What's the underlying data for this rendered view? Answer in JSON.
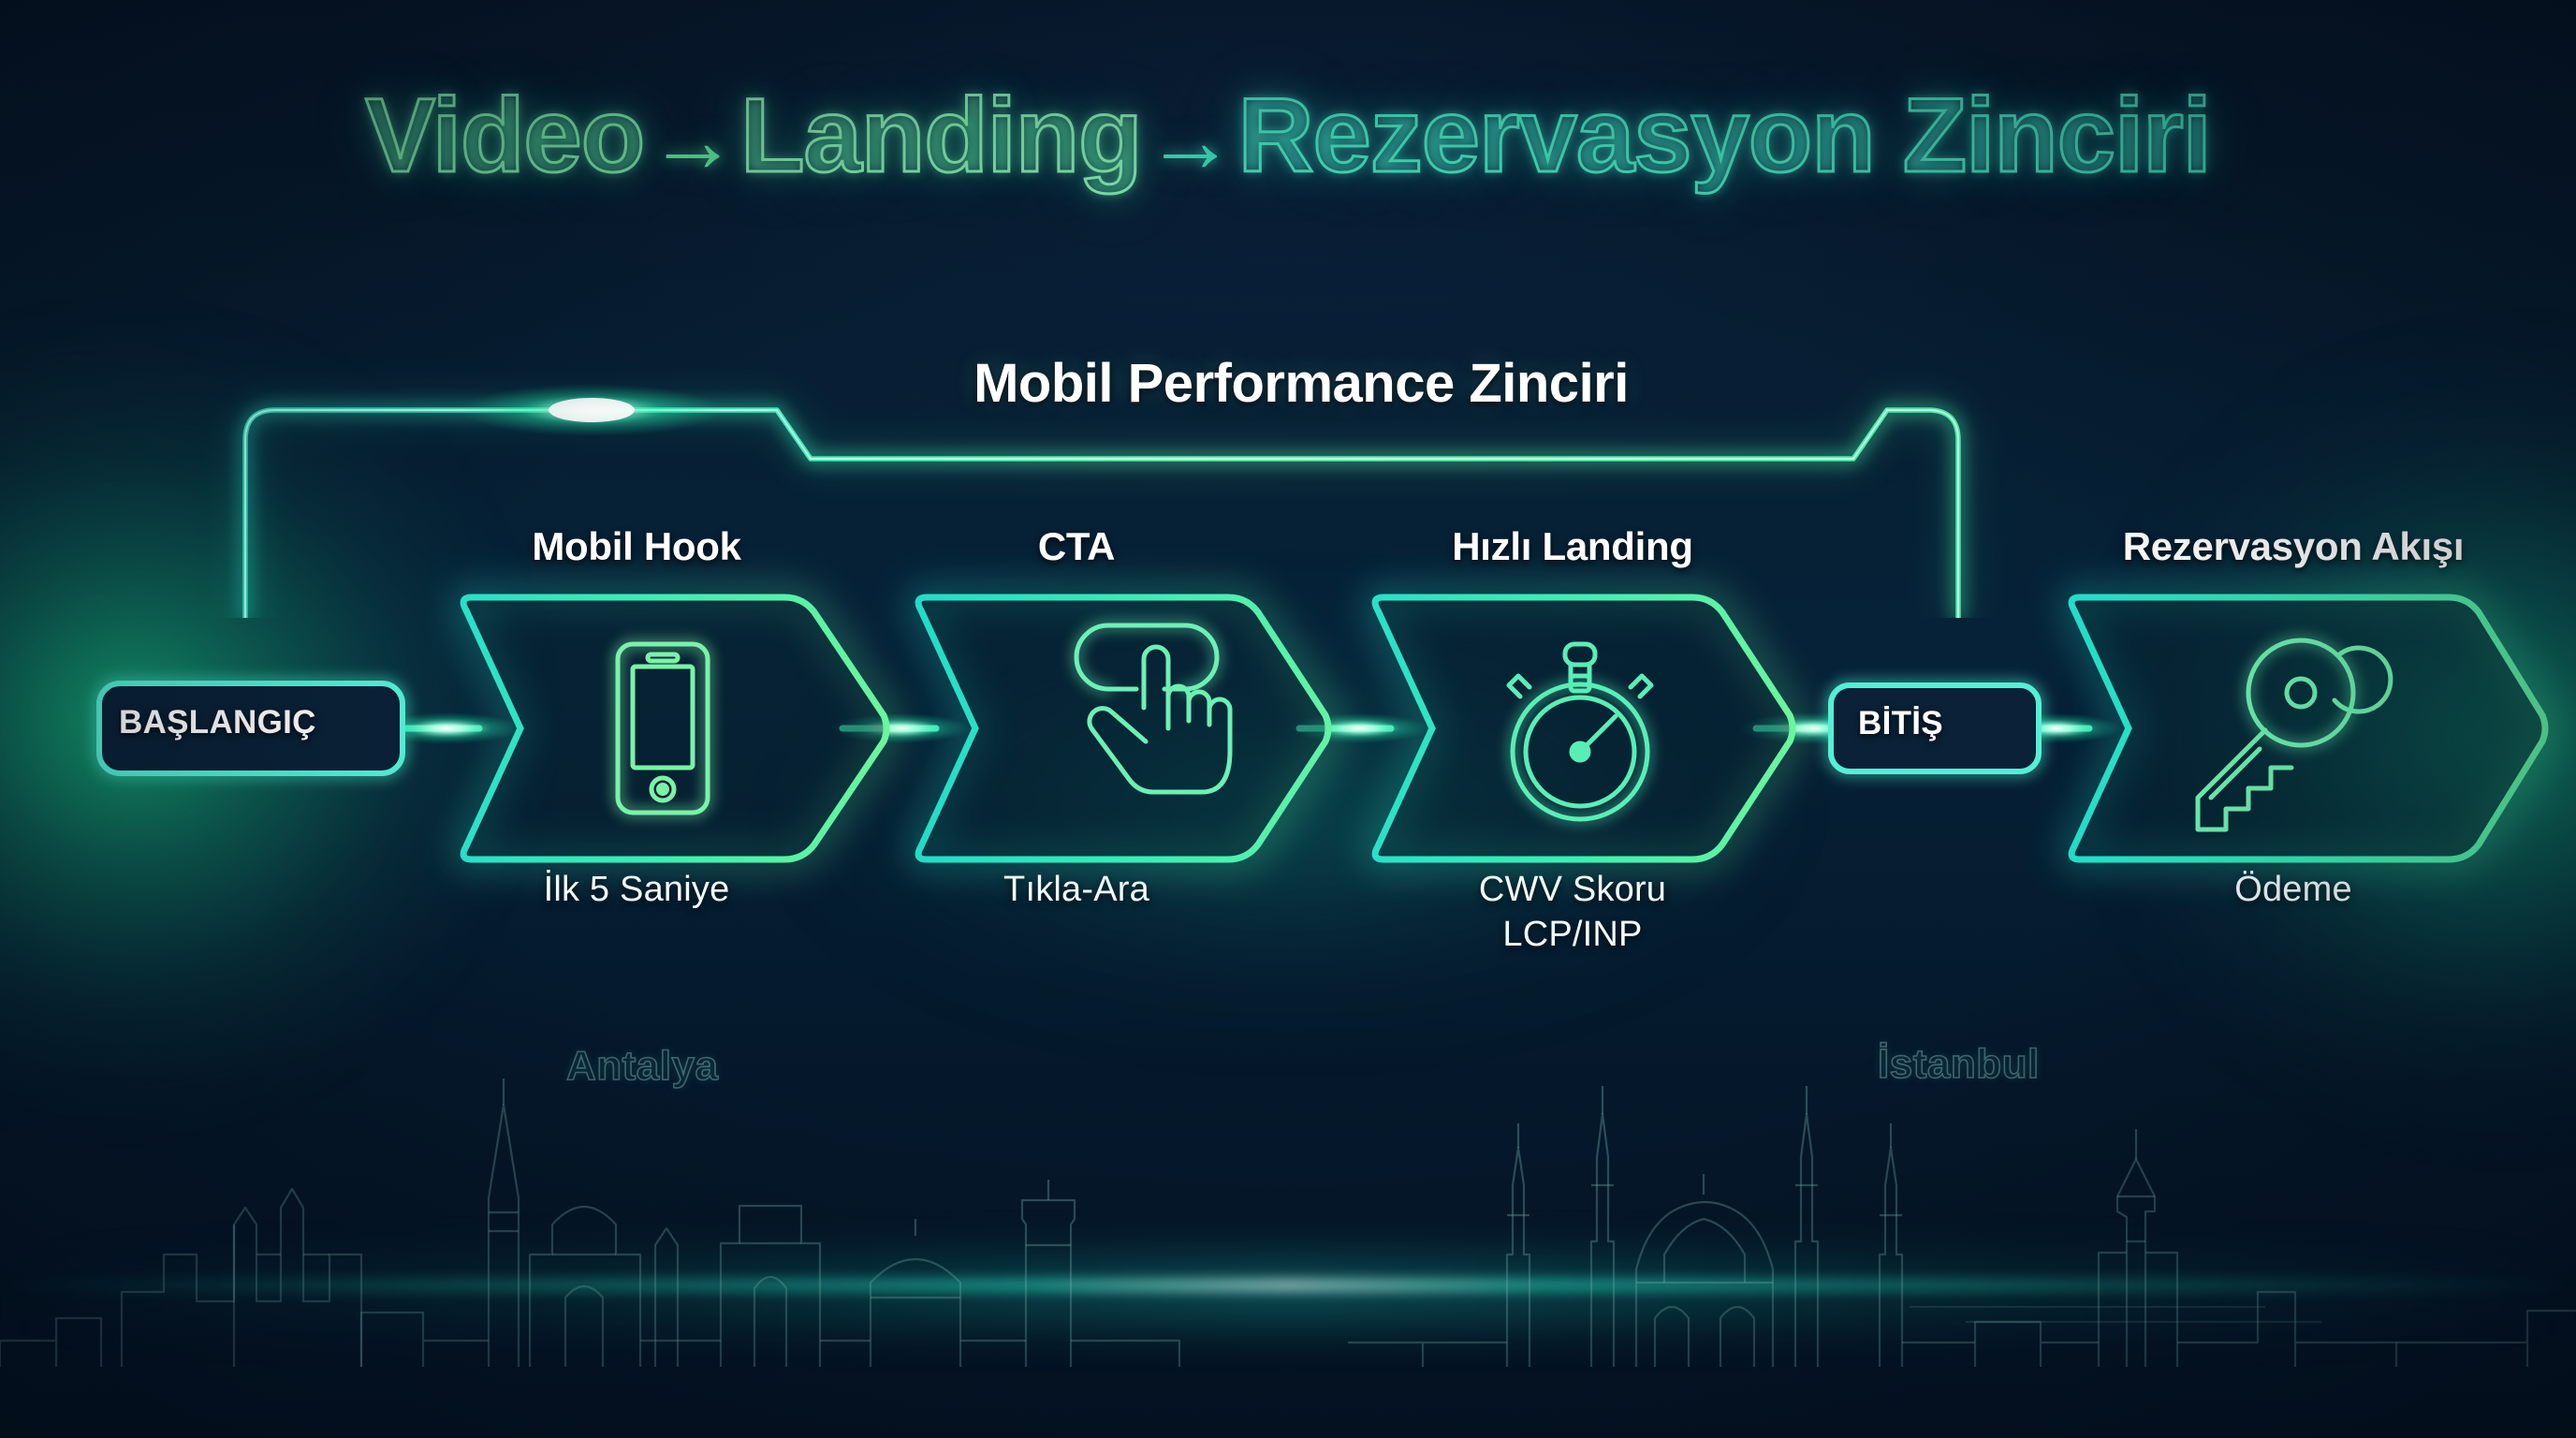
{
  "meta": {
    "background_color": "#06182a",
    "accent_green": "#4ce8a0",
    "accent_teal": "#3fe0bd",
    "text_white": "#ffffff"
  },
  "title": {
    "part1": "Video",
    "arrow1": "→",
    "part2": "Landing",
    "arrow2": "→",
    "part3": "Rezervasyon Zinciri"
  },
  "bracket": {
    "label": "Mobil Performance Zinciri"
  },
  "start_node": {
    "label": "BAŞLANGIÇ"
  },
  "end_node": {
    "label": "BİTİŞ"
  },
  "steps": [
    {
      "title": "Mobil Hook",
      "caption_line1": "İlk 5 Saniye",
      "caption_line2": "",
      "icon": "smartphone-icon"
    },
    {
      "title": "CTA",
      "caption_line1": "Tıkla-Ara",
      "caption_line2": "",
      "icon": "tap-hand-icon"
    },
    {
      "title": "Hızlı Landing",
      "caption_line1": "CWV Skoru",
      "caption_line2": "LCP/INP",
      "icon": "stopwatch-icon"
    },
    {
      "title": "Rezervasyon Akışı",
      "caption_line1": "Ödeme",
      "caption_line2": "",
      "icon": "key-icon"
    }
  ],
  "skyline": {
    "left_city": "Antalya",
    "right_city": "İstanbul"
  }
}
